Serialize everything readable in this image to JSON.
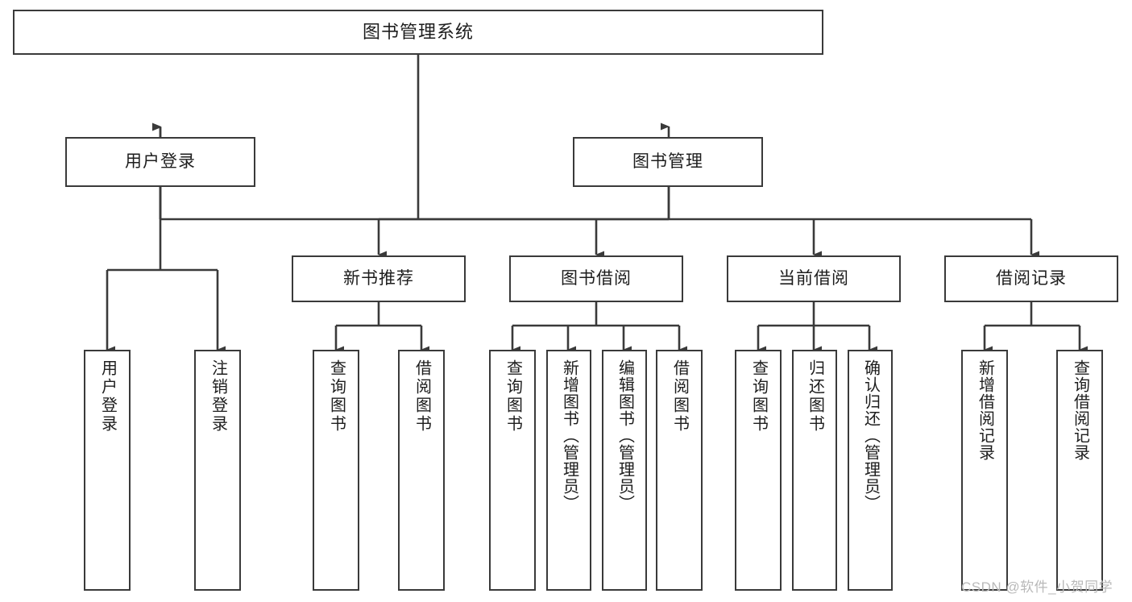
{
  "diagram": {
    "title": "图书管理系统",
    "type": "tree-hierarchy",
    "watermark": "CSDN @软件_小贺同学",
    "colors": {
      "background": "#ffffff",
      "border": "#3a3a3a",
      "text": "#1d1d1d",
      "edge": "#3a3a3a",
      "watermark": "#b9b9b9"
    },
    "nodes": {
      "root": {
        "label": "图书管理系统"
      },
      "level2": [
        {
          "id": "user-login",
          "label": "用户登录"
        },
        {
          "id": "book-manage",
          "label": "图书管理"
        }
      ],
      "level3": [
        {
          "id": "new-book-recommend",
          "label": "新书推荐"
        },
        {
          "id": "book-borrow",
          "label": "图书借阅"
        },
        {
          "id": "current-borrow",
          "label": "当前借阅"
        },
        {
          "id": "borrow-record",
          "label": "借阅记录"
        }
      ],
      "leaves": {
        "user-login": [
          {
            "id": "leaf-user-login",
            "label": "用户登录"
          },
          {
            "id": "leaf-logout-login",
            "label": "注销登录"
          }
        ],
        "new-book-recommend": [
          {
            "id": "leaf-query-book-1",
            "label": "查询图书"
          },
          {
            "id": "leaf-borrow-book-1",
            "label": "借阅图书"
          }
        ],
        "book-borrow": [
          {
            "id": "leaf-query-book-2",
            "label": "查询图书"
          },
          {
            "id": "leaf-add-book",
            "label": "新增图书（管理员）"
          },
          {
            "id": "leaf-edit-book",
            "label": "编辑图书（管理员）"
          },
          {
            "id": "leaf-borrow-book-2",
            "label": "借阅图书"
          }
        ],
        "current-borrow": [
          {
            "id": "leaf-query-book-3",
            "label": "查询图书"
          },
          {
            "id": "leaf-return-book",
            "label": "归还图书"
          },
          {
            "id": "leaf-confirm-return",
            "label": "确认归还（管理员）"
          }
        ],
        "borrow-record": [
          {
            "id": "leaf-add-record",
            "label": "新增借阅记录"
          },
          {
            "id": "leaf-query-record",
            "label": "查询借阅记录"
          }
        ]
      }
    }
  }
}
